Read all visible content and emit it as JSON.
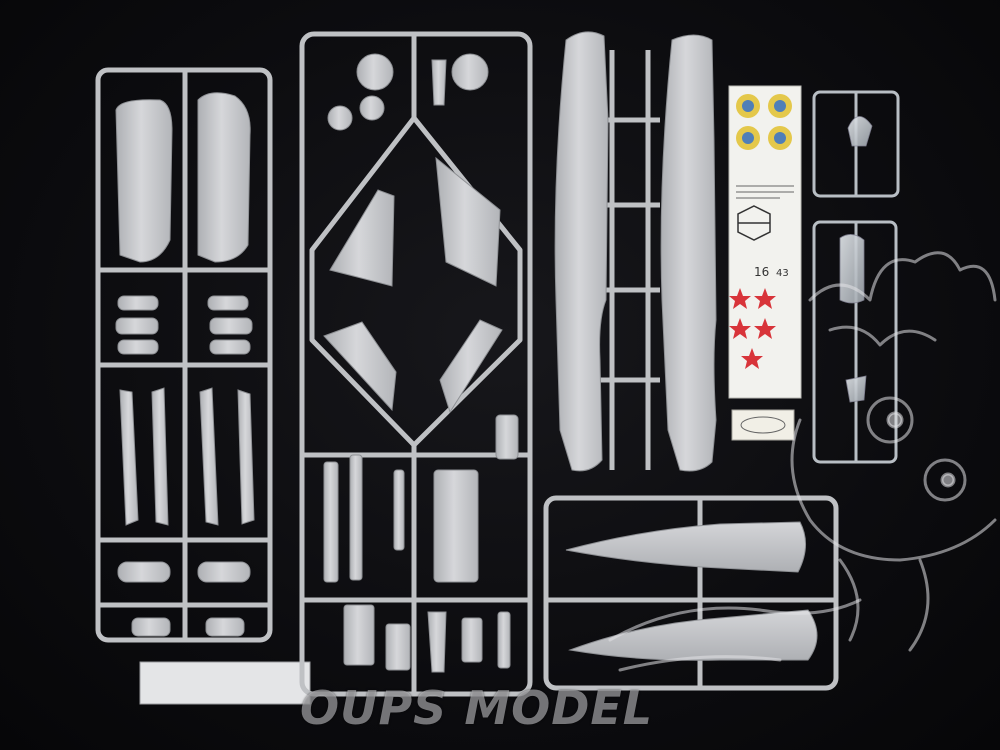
{
  "image": {
    "description_free": true,
    "watermark": "OUPS MODEL",
    "decal_codes": [
      "16",
      "43"
    ]
  },
  "colors": {
    "background": "#0b0b0d",
    "sprue_grey": "#c9cacd",
    "sprue_shadow": "#9fa1a5",
    "clear_part": "#d8dde2",
    "decal_yellow": "#e4c84a",
    "decal_blue": "#4f7fb8",
    "decal_red_star": "#d8343a"
  }
}
